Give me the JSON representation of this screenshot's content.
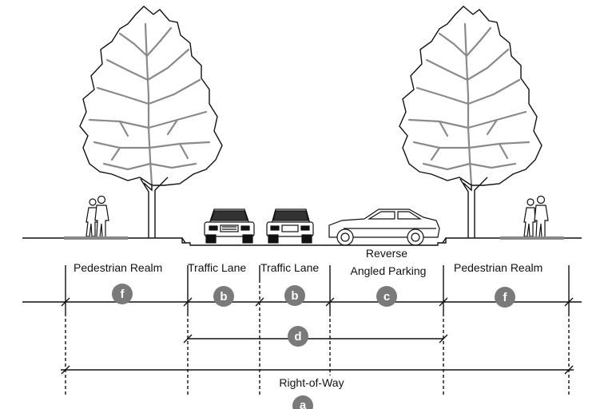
{
  "labels": {
    "pedestrian_left": "Pedestrian Realm",
    "traffic_lane_1": "Traffic Lane",
    "traffic_lane_2": "Traffic Lane",
    "parking_line1": "Reverse",
    "parking_line2": "Angled Parking",
    "pedestrian_right": "Pedestrian Realm",
    "right_of_way": "Right-of-Way"
  },
  "badges": {
    "f_left": "f",
    "b_1": "b",
    "b_2": "b",
    "c": "c",
    "f_right": "f",
    "d": "d",
    "a": "a"
  },
  "colors": {
    "badge": "#7a7a7a",
    "tree_lines": "#8a8a8a",
    "ink": "#111111"
  }
}
